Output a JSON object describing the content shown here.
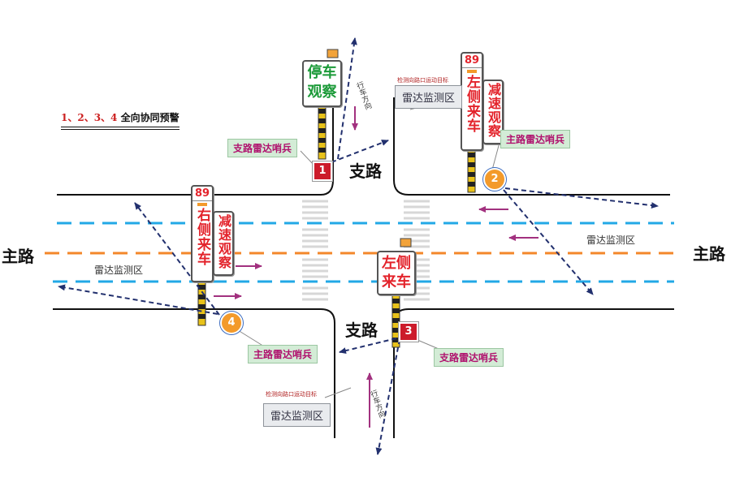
{
  "header": {
    "nums": "1、2、3、4",
    "text": "全向协同预警"
  },
  "roads": {
    "main_left": "主路",
    "main_right": "主路",
    "branch_top": "支路",
    "branch_bottom": "支路"
  },
  "signs": {
    "top": {
      "line1": "停车",
      "line2": "观察"
    },
    "top_right": {
      "speed": "89",
      "text_a": "左侧来车",
      "text_b": "减速观察"
    },
    "left": {
      "speed": "89",
      "text_a": "右侧来车",
      "text_b": "减速观察"
    },
    "bottom": {
      "line1": "左侧",
      "line2": "来车"
    }
  },
  "labels": {
    "sentinel_branch": "支路雷达哨兵",
    "sentinel_main": "主路雷达哨兵",
    "radar_zone": "雷达监测区",
    "detect_small": "检测向路口运动目标",
    "direction": "行车方向"
  },
  "markers": {
    "m1": "1",
    "m2": "2",
    "m3": "3",
    "m4": "4"
  },
  "colors": {
    "sign_red": "#e3232b",
    "sign_green": "#1b9a38",
    "arrow_blue": "#22306e",
    "arrow_purple": "#a2317f",
    "lane_blue": "#22a8e6",
    "lane_orange": "#f3872a"
  }
}
